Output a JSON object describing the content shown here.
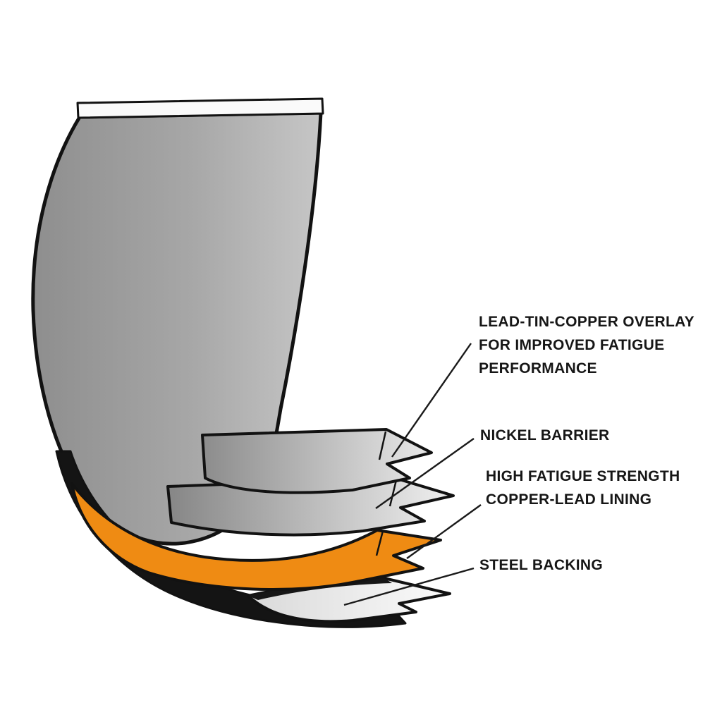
{
  "labels": {
    "overlay": {
      "lines": [
        "LEAD-TIN-COPPER OVERLAY",
        "FOR IMPROVED FATIGUE",
        "PERFORMANCE"
      ]
    },
    "nickel": {
      "lines": [
        "NICKEL BARRIER"
      ]
    },
    "copper_lead": {
      "lines": [
        "HIGH FATIGUE STRENGTH",
        "COPPER-LEAD LINING"
      ]
    },
    "steel": {
      "lines": [
        "STEEL BACKING"
      ]
    }
  },
  "colors": {
    "background": "#ffffff",
    "shell_gray": "#a7a7a7",
    "flange_gray_light": "#e8e8e8",
    "copper_lead_orange": "#ef8b13",
    "steel_backing_white": "#f5f5f5",
    "outline_black": "#121212",
    "text": "#161616"
  }
}
